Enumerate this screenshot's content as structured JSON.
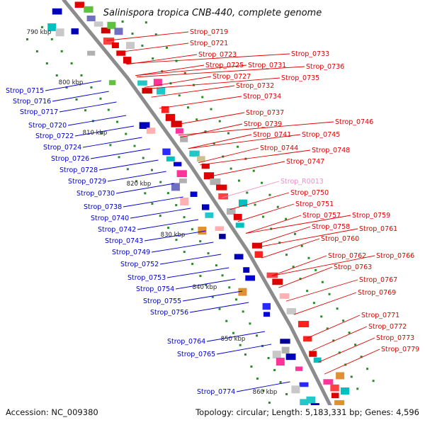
{
  "title": "Salinispora tropica CNB-440, complete genome",
  "footer": {
    "accession": "Accession: NC_009380",
    "summary": "Topology: circular; Length: 5,183,331 bp; Genes: 4,596"
  },
  "colors": {
    "forward_label": "#e00000",
    "reverse_label": "#0000cc",
    "rna_label": "#f08cc8",
    "backbone": "#8c8c8c",
    "tick": "#2a8a2a"
  },
  "kbp_ticks": [
    "790 kbp",
    "800 kbp",
    "810 kbp",
    "820 kbp",
    "830 kbp",
    "840 kbp",
    "850 kbp",
    "860 kbp"
  ],
  "forward_labels": [
    "Strop_0719",
    "Strop_0721",
    "Strop_0723",
    "Strop_0725",
    "Strop_0727",
    "Strop_0731",
    "Strop_0733",
    "Strop_0736",
    "Strop_0732",
    "Strop_0735",
    "Strop_0734",
    "Strop_0737",
    "Strop_0739",
    "Strop_0741",
    "Strop_0746",
    "Strop_0745",
    "Strop_0744",
    "Strop_0748",
    "Strop_0747",
    "Strop_R0013",
    "Strop_0750",
    "Strop_0751",
    "Strop_0757",
    "Strop_0759",
    "Strop_0758",
    "Strop_0761",
    "Strop_0760",
    "Strop_0762",
    "Strop_0766",
    "Strop_0763",
    "Strop_0767",
    "Strop_0769",
    "Strop_0771",
    "Strop_0772",
    "Strop_0773",
    "Strop_0779"
  ],
  "reverse_labels": [
    "Strop_0715",
    "Strop_0716",
    "Strop_0717",
    "Strop_0720",
    "Strop_0722",
    "Strop_0724",
    "Strop_0726",
    "Strop_0728",
    "Strop_0729",
    "Strop_0730",
    "Strop_0738",
    "Strop_0740",
    "Strop_0742",
    "Strop_0743",
    "Strop_0749",
    "Strop_0752",
    "Strop_0753",
    "Strop_0754",
    "Strop_0755",
    "Strop_0756",
    "Strop_0764",
    "Strop_0765",
    "Strop_0774"
  ]
}
